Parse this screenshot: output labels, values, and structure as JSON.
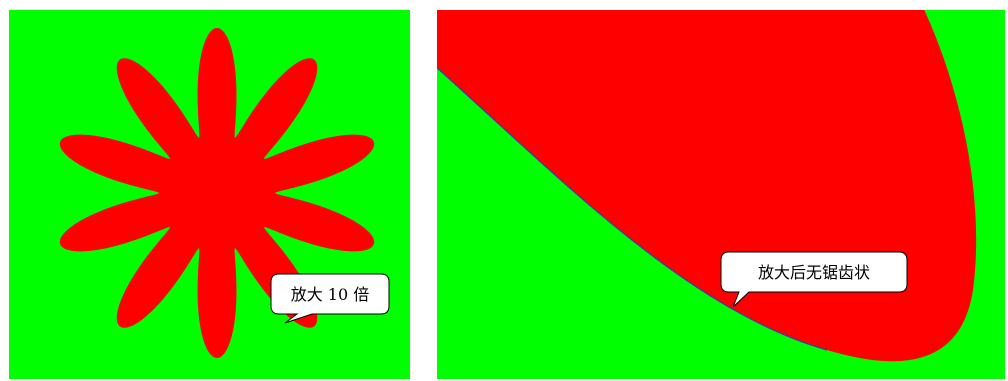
{
  "colors": {
    "background": "#00ff00",
    "shape": "#ff0000",
    "edge_line": "#3a3ab0",
    "callout_fill": "#ffffff",
    "callout_stroke": "#000000"
  },
  "left_panel": {
    "shape": "ten-pointed-star-flower",
    "petals": 10,
    "callout_text": "放大 10 倍"
  },
  "right_panel": {
    "shape": "magnified-petal-edge",
    "callout_text": "放大后无锯齿状"
  }
}
